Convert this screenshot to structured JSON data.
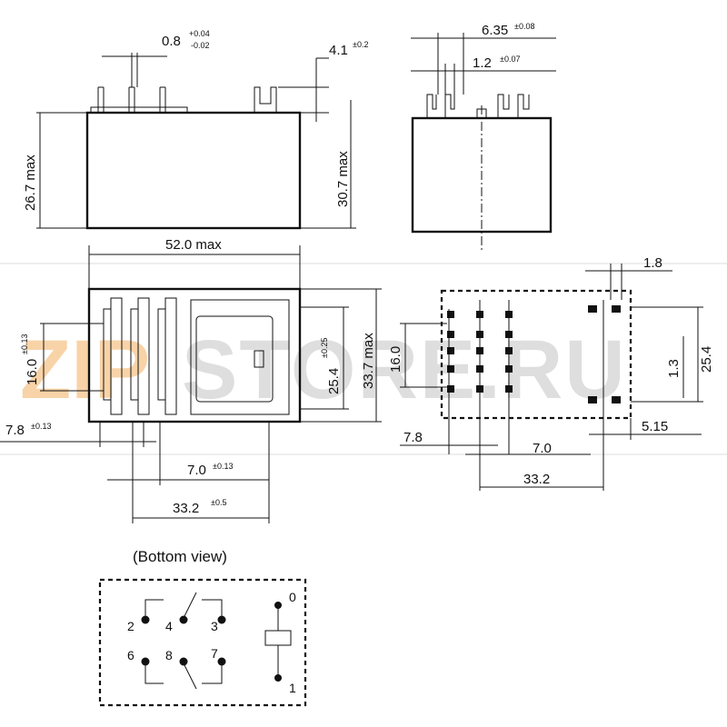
{
  "watermark": {
    "logo": "ZIP",
    "text": "STORE.RU"
  },
  "side_view": {
    "pin_width": "0.8",
    "pin_width_tol_plus": "+0.04",
    "pin_width_tol_minus": "-0.02",
    "pin_length": "4.1",
    "pin_length_tol": "±0.2",
    "height": "26.7 max",
    "total_height": "30.7 max"
  },
  "end_view": {
    "pitch": "6.35",
    "pitch_tol": "±0.08",
    "pin_thickness": "1.2",
    "pin_thickness_tol": "±0.07"
  },
  "top_view": {
    "length": "52.0 max",
    "height_a": "16.0",
    "height_a_tol": "±0.13",
    "height_b": "25.4",
    "height_b_tol": "±0.25",
    "width": "33.7 max",
    "offset": "7.8",
    "offset_tol": "±0.13",
    "spacing": "7.0",
    "spacing_tol": "±0.13",
    "span": "33.2",
    "span_tol": "±0.5"
  },
  "pcb_layout": {
    "d1": "1.8",
    "d2": "16.0",
    "d3": "25.4",
    "d4": "1.3",
    "d5": "7.8",
    "d6": "7.0",
    "d7": "5.15",
    "d8": "33.2"
  },
  "schematic": {
    "title": "(Bottom view)",
    "pins": [
      "0",
      "1",
      "2",
      "3",
      "4",
      "6",
      "7",
      "8"
    ]
  }
}
